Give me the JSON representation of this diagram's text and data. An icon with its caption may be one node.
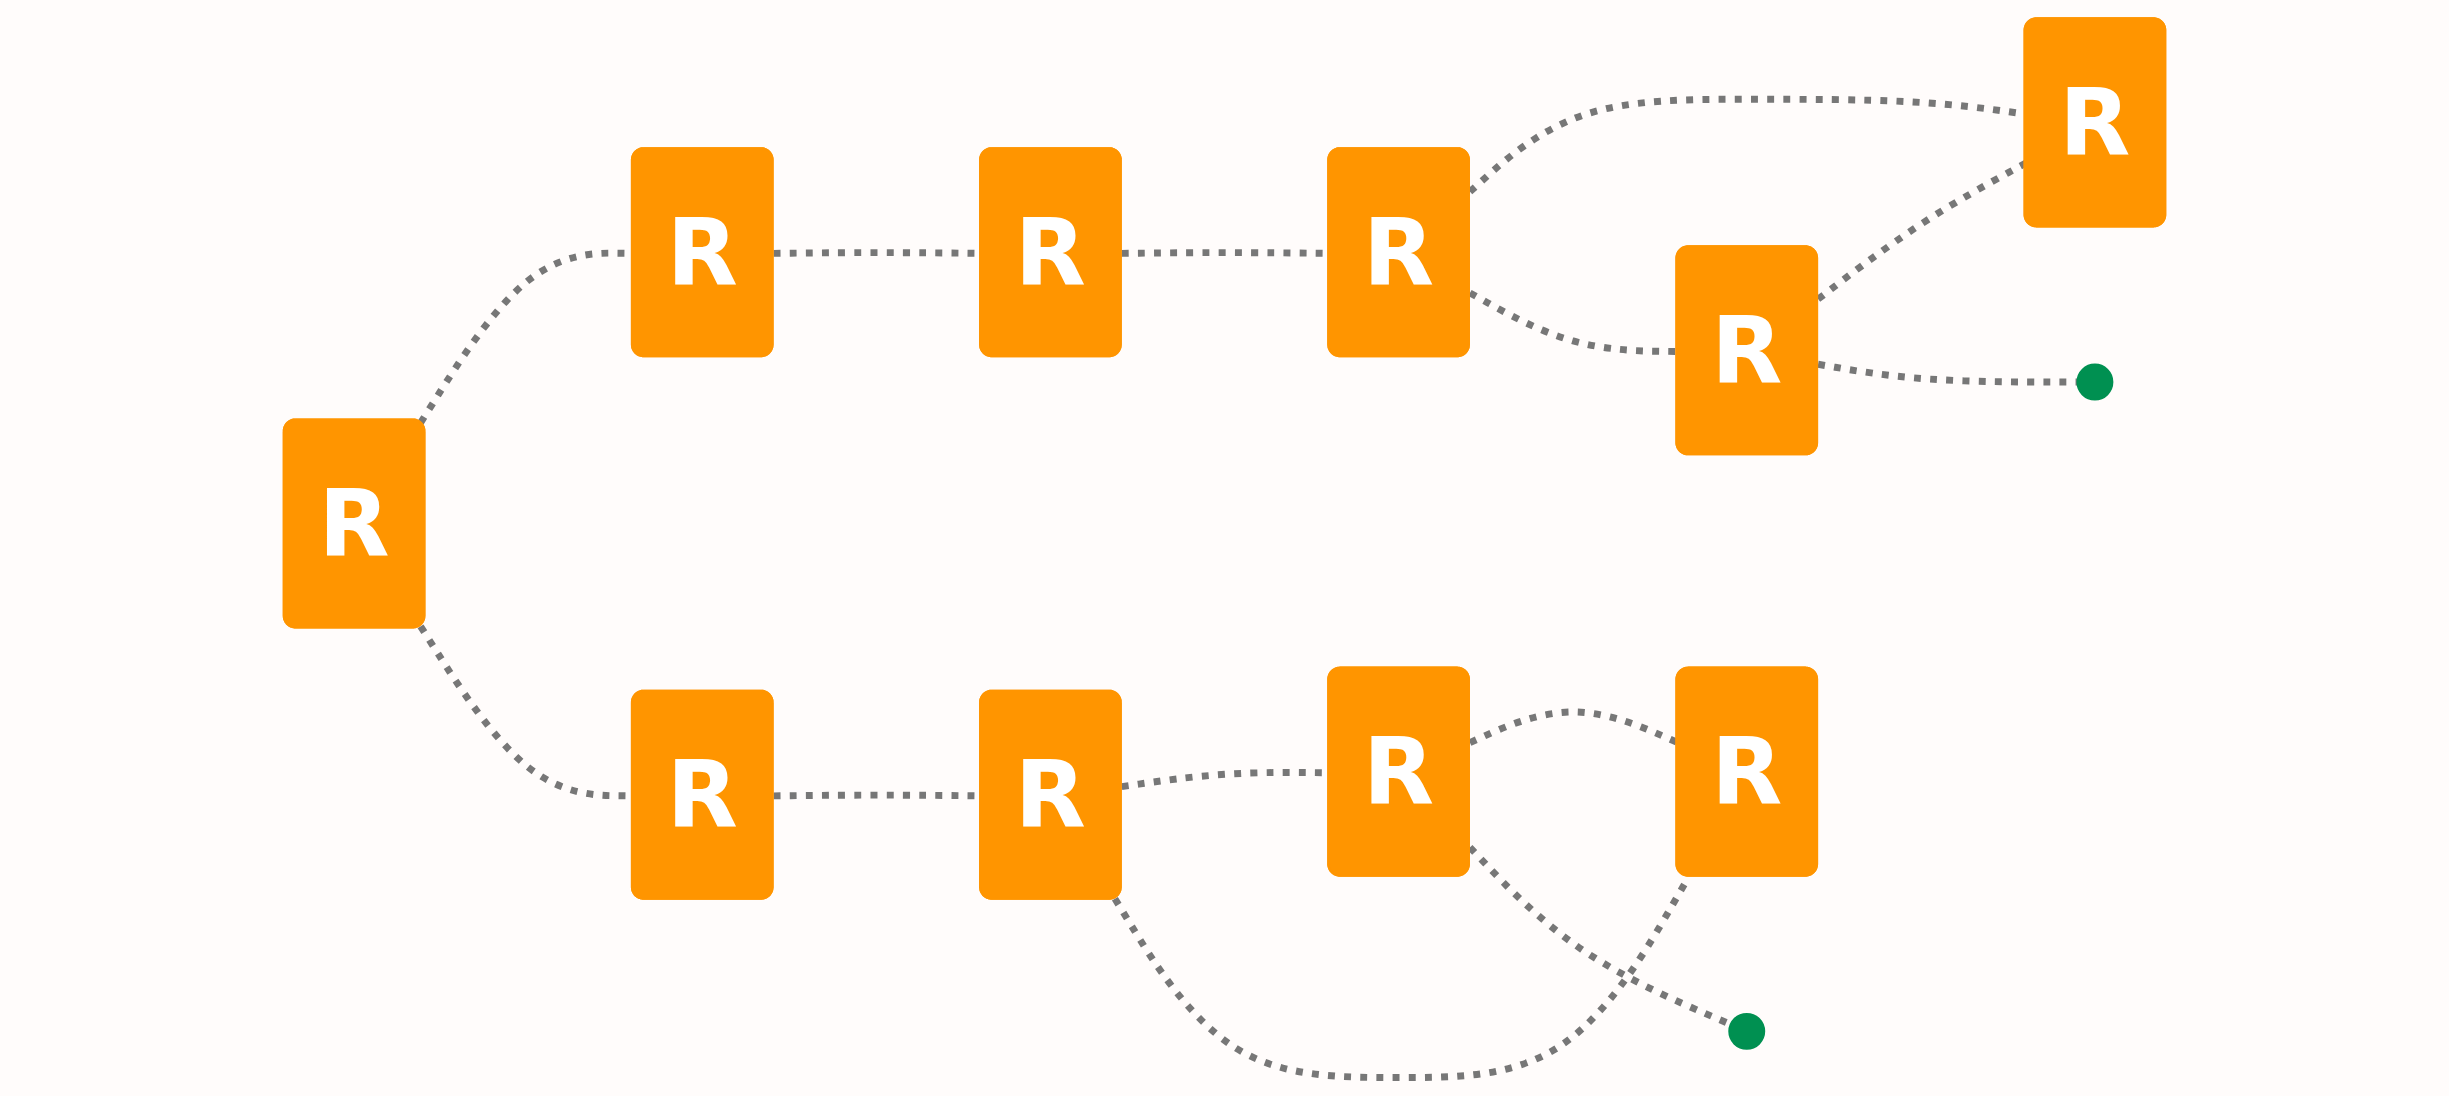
{
  "diagram": {
    "nodes": [
      {
        "text": [
          "R"
        ]
      },
      {
        "text": [
          "R"
        ]
      },
      {
        "text": [
          "R"
        ]
      },
      {
        "text": [
          "R"
        ]
      },
      {
        "text": [
          "R"
        ]
      },
      {
        "text": [
          "R"
        ]
      },
      {
        "text": [
          "R"
        ]
      },
      {
        "text": [
          "R"
        ]
      },
      {
        "text": [
          "R"
        ]
      },
      {
        "text": [
          "R"
        ]
      },
      {
        "text": [],
        "shape": "circle"
      },
      {
        "text": [],
        "shape": "circle"
      }
    ],
    "edges": [
      {
        "from": 0,
        "to": 1,
        "arrow": "none",
        "style": "dashed"
      },
      {
        "from": 0,
        "to": 2,
        "arrow": "none",
        "style": "dashed"
      },
      {
        "from": 1,
        "to": 3,
        "arrow": "none",
        "style": "dashed"
      },
      {
        "from": 2,
        "to": 4,
        "arrow": "none",
        "style": "dashed"
      },
      {
        "from": 3,
        "to": 5,
        "arrow": "none",
        "style": "dashed"
      },
      {
        "from": 4,
        "to": 7,
        "arrow": "none",
        "style": "dashed"
      },
      {
        "from": 4,
        "to": 8,
        "arrow": "none",
        "style": "dashed"
      },
      {
        "from": 7,
        "to": 8,
        "arrow": "none",
        "style": "dashed"
      },
      {
        "from": 7,
        "to": 10,
        "arrow": "none",
        "style": "dashed"
      },
      {
        "from": 5,
        "to": 9,
        "arrow": "none",
        "style": "dashed"
      },
      {
        "from": 5,
        "to": 6,
        "arrow": "none",
        "style": "dashed"
      },
      {
        "from": 6,
        "to": 9,
        "arrow": "none",
        "style": "dashed"
      },
      {
        "from": 6,
        "to": 11,
        "arrow": "none",
        "style": "dashed"
      }
    ]
  }
}
